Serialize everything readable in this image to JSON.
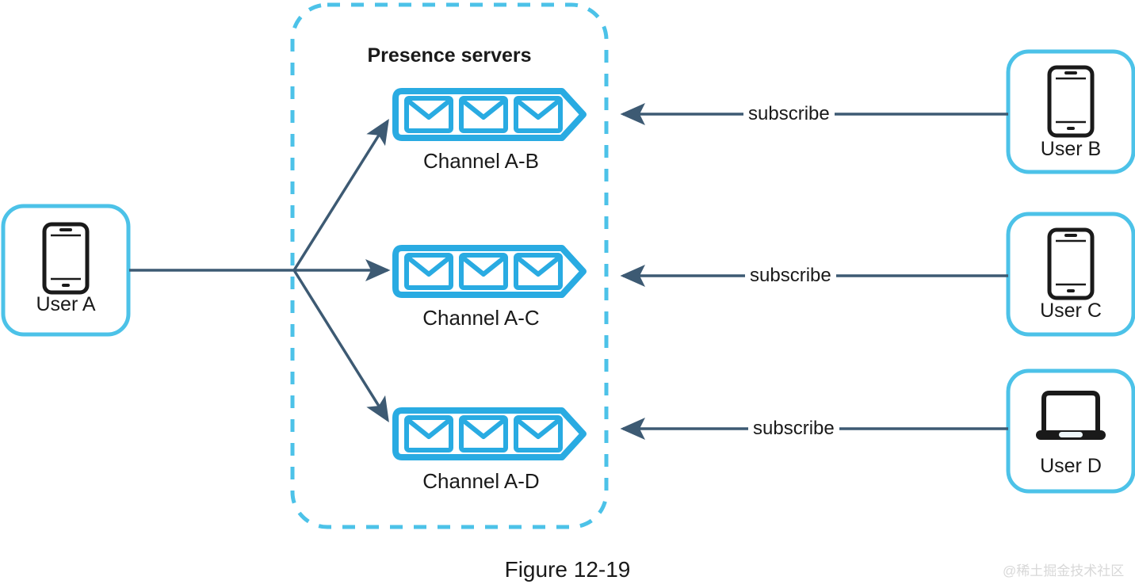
{
  "figure": {
    "caption": "Figure 12-19",
    "watermark": "@稀土掘金技术社区"
  },
  "colors": {
    "accent_cyan": "#29abe2",
    "group_border": "#4cc2e8",
    "arrow": "#3d5a73",
    "text": "#1a1a1a",
    "background": "#ffffff",
    "watermark": "#d8d8d8"
  },
  "group": {
    "title": "Presence servers",
    "border_style": "dashed",
    "name": "presence-servers-group"
  },
  "publisher": {
    "label": "User A",
    "icon": "mobile-phone-icon"
  },
  "channels": [
    {
      "label": "Channel A-B",
      "icon": "message-queue-icon",
      "messages": 3
    },
    {
      "label": "Channel A-C",
      "icon": "message-queue-icon",
      "messages": 3
    },
    {
      "label": "Channel A-D",
      "icon": "message-queue-icon",
      "messages": 3
    }
  ],
  "subscribers": [
    {
      "label": "User B",
      "icon": "mobile-phone-icon",
      "edge_label": "subscribe"
    },
    {
      "label": "User C",
      "icon": "mobile-phone-icon",
      "edge_label": "subscribe"
    },
    {
      "label": "User D",
      "icon": "laptop-icon",
      "edge_label": "subscribe"
    }
  ]
}
